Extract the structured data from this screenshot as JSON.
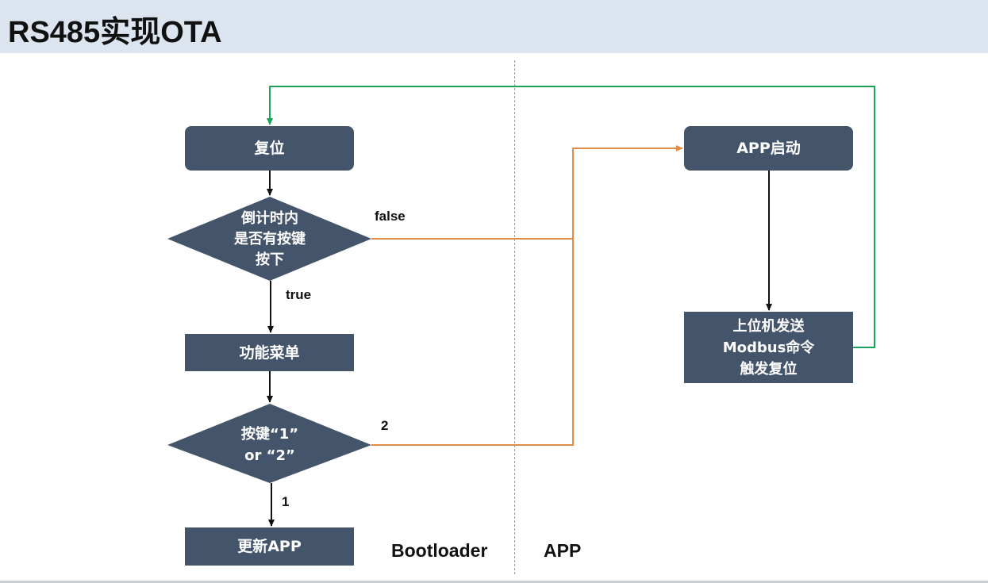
{
  "title": "RS485实现OTA",
  "regions": {
    "left": "Bootloader",
    "right": "APP"
  },
  "nodes": {
    "reset": "复位",
    "countdown_decision": "倒计时内\n是否有按键\n按下",
    "function_menu": "功能菜单",
    "key_decision": "按键“1”\nor “2”",
    "update_app": "更新APP",
    "app_start": "APP启动",
    "host_send": "上位机发送\nModbus命令\n触发复位"
  },
  "edge_labels": {
    "false": "false",
    "true": "true",
    "two": "2",
    "one": "1"
  },
  "colors": {
    "node": "#44546a",
    "orange": "#e08b46",
    "green": "#1aa35a",
    "arrow": "#111111"
  }
}
